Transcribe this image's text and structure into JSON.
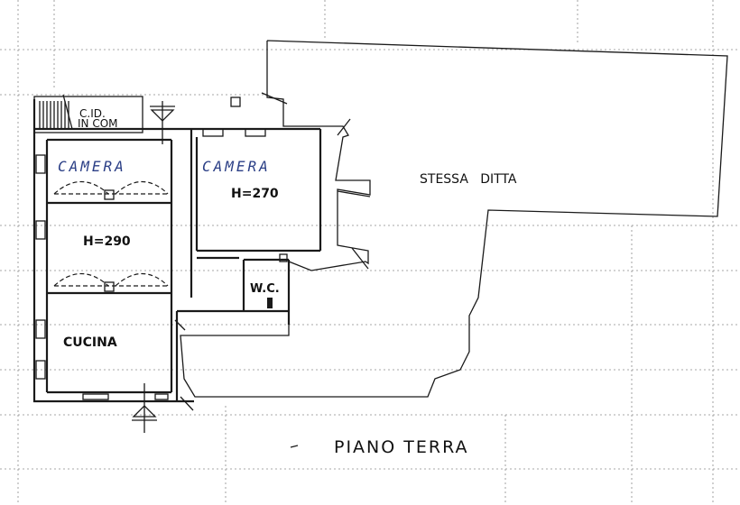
{
  "plan": {
    "title": "PIANO TERRA",
    "rooms": {
      "cid": {
        "line1": "C.ID.",
        "line2": "IN COM"
      },
      "camera_left": {
        "name": "CAMERA"
      },
      "camera_right": {
        "name": "CAMERA",
        "height": "H=270"
      },
      "middle": {
        "height": "H=290"
      },
      "wc": {
        "name": "W.C."
      },
      "cucina": {
        "name": "CUCINA"
      },
      "stessa_ditta": {
        "name": "STESSA   DITTA"
      }
    }
  },
  "colors": {
    "ink": "#1a1a1a",
    "handwriting": "#2b3f86",
    "grid": "#8a8a8a"
  },
  "icons": [
    "entrance-arrow-icon",
    "utility-symbol-icon"
  ]
}
